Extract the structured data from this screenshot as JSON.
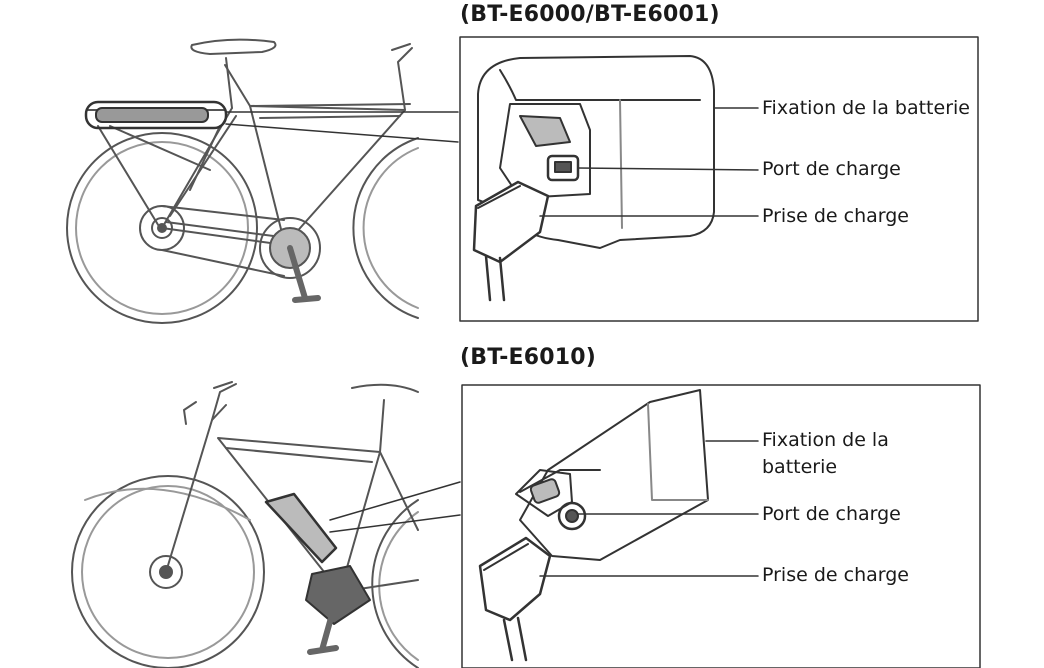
{
  "sections": [
    {
      "model": "(BT-E6000/BT-E6001)",
      "labels": [
        "Fixation de la batterie",
        "Port de charge",
        "Prise de charge"
      ]
    },
    {
      "model": "(BT-E6010)",
      "labels_fixation_line1": "Fixation de la",
      "labels_fixation_line2": "batterie",
      "labels": [
        "Port de charge",
        "Prise de charge"
      ]
    }
  ]
}
